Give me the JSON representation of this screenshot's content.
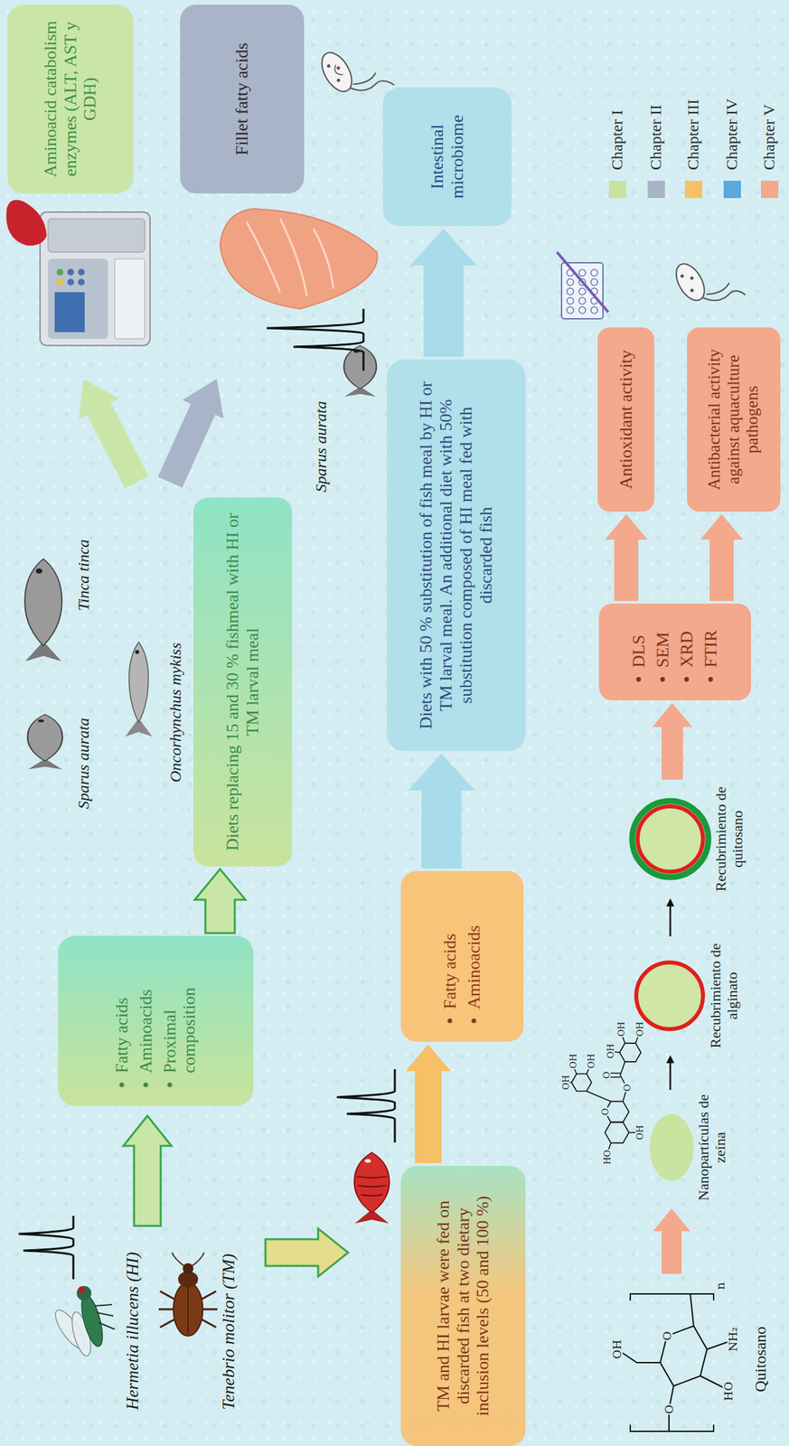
{
  "diagram": {
    "nodes": [
      {
        "text": [
          "Fatty acids",
          "Aminoacids",
          "Proximal composition"
        ]
      },
      {
        "text": [
          "Diets replacing 15 and 30 % fishmeal with HI or TM larval meal"
        ]
      },
      {
        "text": [
          "Aminoacid catabolism enzymes (ALT, AST y GDH)"
        ]
      },
      {
        "text": [
          "Fillet fatty acids"
        ]
      },
      {
        "text": [
          "TM and HI larvae were fed on discarded fish at two dietary inclusion levels (50 and 100 %)"
        ]
      },
      {
        "text": [
          "Fatty acids",
          "Aminoacids"
        ]
      },
      {
        "text": [
          "Diets with 50 % substitution of fish meal by HI or TM larval meal. An additional diet with 50% substitution composed of HI meal fed with discarded fish"
        ]
      },
      {
        "text": [
          "Intestinal microbiome"
        ]
      },
      {
        "text": [
          "Nanopartículas de zeína"
        ]
      },
      {
        "text": [
          "Recubrimiento de alginato"
        ]
      },
      {
        "text": [
          "Recubrimiento de quitosano"
        ]
      },
      {
        "text": [
          "DLS",
          "SEM",
          "XRD",
          "FTIR"
        ]
      },
      {
        "text": [
          "Antioxidant activity"
        ]
      },
      {
        "text": [
          "Antibacterial activity against aquaculture pathogens"
        ]
      }
    ],
    "edges": [
      {
        "from": 0,
        "to": 1,
        "arrow": "to"
      },
      {
        "from": 4,
        "to": 5,
        "arrow": "to"
      },
      {
        "from": 5,
        "to": 6,
        "arrow": "to"
      },
      {
        "from": 6,
        "to": 7,
        "arrow": "to"
      },
      {
        "from": 8,
        "to": 9,
        "arrow": "to"
      },
      {
        "from": 9,
        "to": 10,
        "arrow": "to"
      },
      {
        "from": 10,
        "to": 11,
        "arrow": "to"
      },
      {
        "from": 11,
        "to": 12,
        "arrow": "to"
      },
      {
        "from": 11,
        "to": 13,
        "arrow": "to"
      }
    ],
    "labels": [
      "Hermetia illucens (HI)",
      "Tenebrio molitor (TM)",
      "Sparus aurata",
      "Tinca tinca",
      "Oncorhynchus mykiss",
      "Sparus aurata",
      "OH",
      "O",
      "HO",
      "NH₂",
      "O",
      "n",
      "Quitosano",
      "HO",
      "OH",
      "O",
      "OH",
      "OH",
      "OH",
      "O",
      "O",
      "OH",
      "OH",
      "OH"
    ],
    "legend": [
      {
        "text": "Chapter I",
        "color": "#c8e39f"
      },
      {
        "text": "Chapter II",
        "color": "#a9b4c9"
      },
      {
        "text": "Chapter III",
        "color": "#f6c066"
      },
      {
        "text": "Chapter IV",
        "color": "#5ba8dc"
      },
      {
        "text": "Chapter V",
        "color": "#f4a88c"
      }
    ]
  }
}
